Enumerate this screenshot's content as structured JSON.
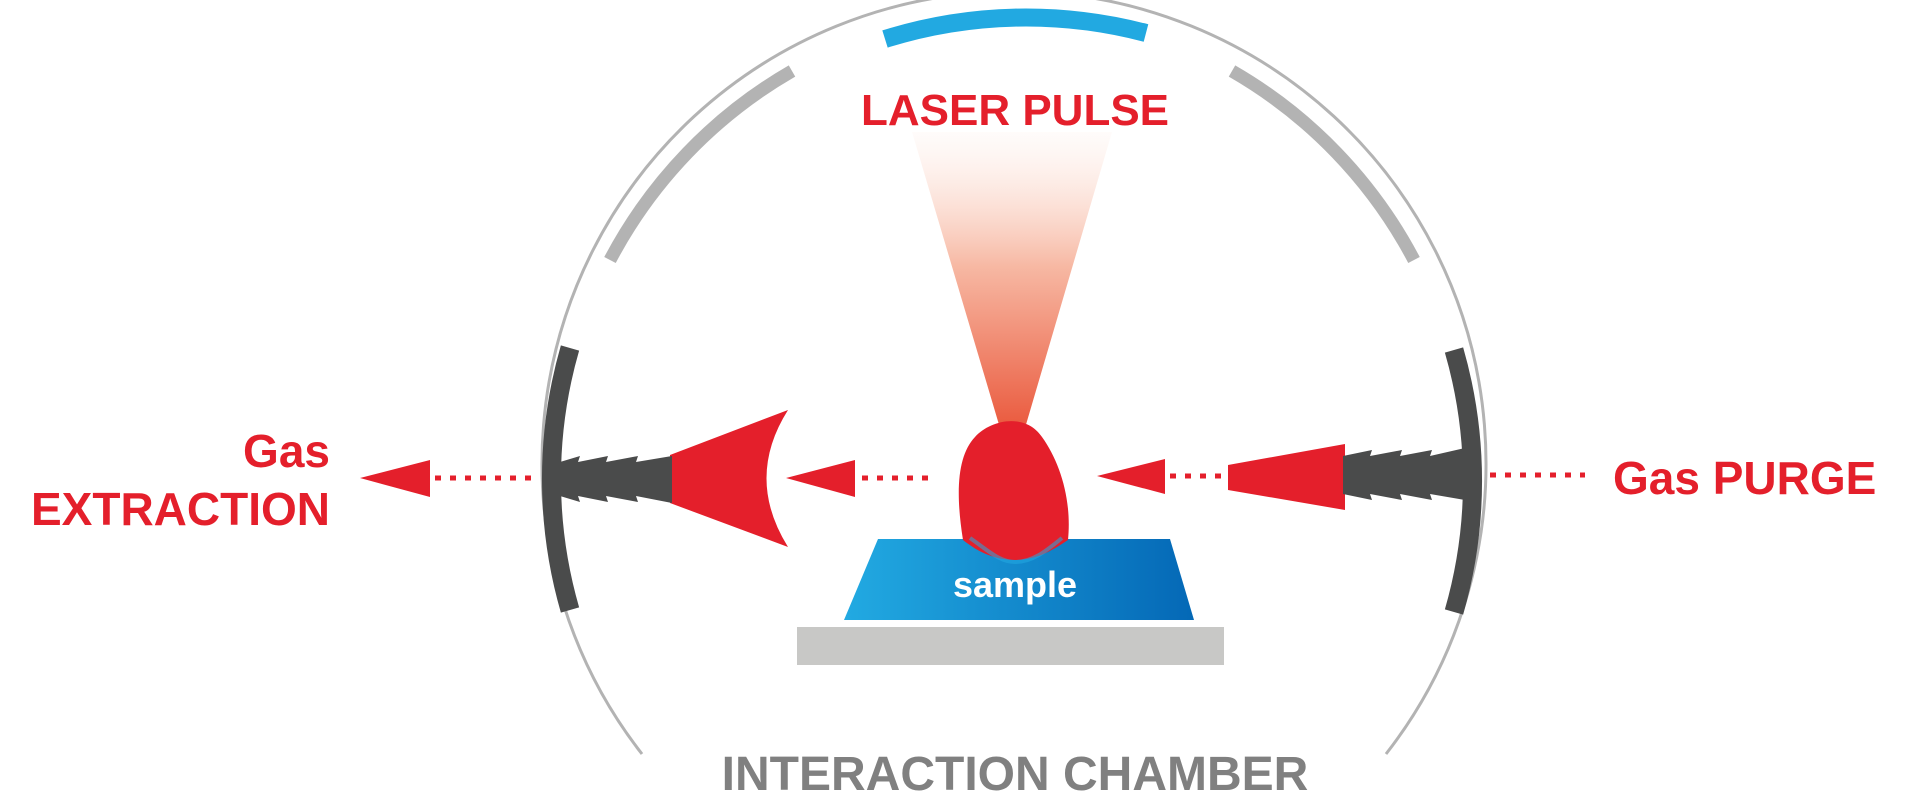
{
  "labels": {
    "laser_pulse": "LASER PULSE",
    "gas_extraction_line1": "Gas",
    "gas_extraction_line2": "EXTRACTION",
    "gas_purge": "Gas PURGE",
    "sample": "sample",
    "chamber": "INTERACTION CHAMBER"
  },
  "colors": {
    "accent_red": "#e41f2b",
    "chamber_blue": "#22a9e1",
    "sample_blue_light": "#22aae2",
    "sample_blue_dark": "#0468b6",
    "port_dark": "#4a4b4b",
    "port_gray": "#b3b3b3",
    "chamber_line": "#b3b3b3",
    "stage_gray": "#c8c8c6",
    "chamber_text": "#808080",
    "sample_text": "#ffffff"
  }
}
